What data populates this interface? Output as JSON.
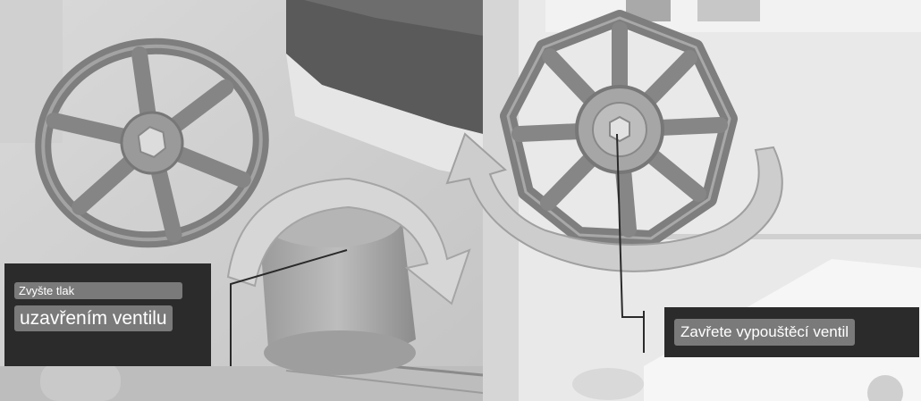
{
  "captions": {
    "left_small": "Zvyšte tlak",
    "left_large": "uzavřením ventilu",
    "right": "Zavřete vypouštěcí ventil"
  },
  "colors": {
    "background": "#f4f4f4",
    "caption_box": "#2b2b2b",
    "caption_pill": "#7a7a7a",
    "caption_text": "#ffffff",
    "handwheel": "#8a8a8a",
    "arrow": "#cfcfcf"
  },
  "icons": [
    "handwheel-left",
    "handwheel-right",
    "turn-arrow-left",
    "turn-arrow-right",
    "valve-knob"
  ]
}
